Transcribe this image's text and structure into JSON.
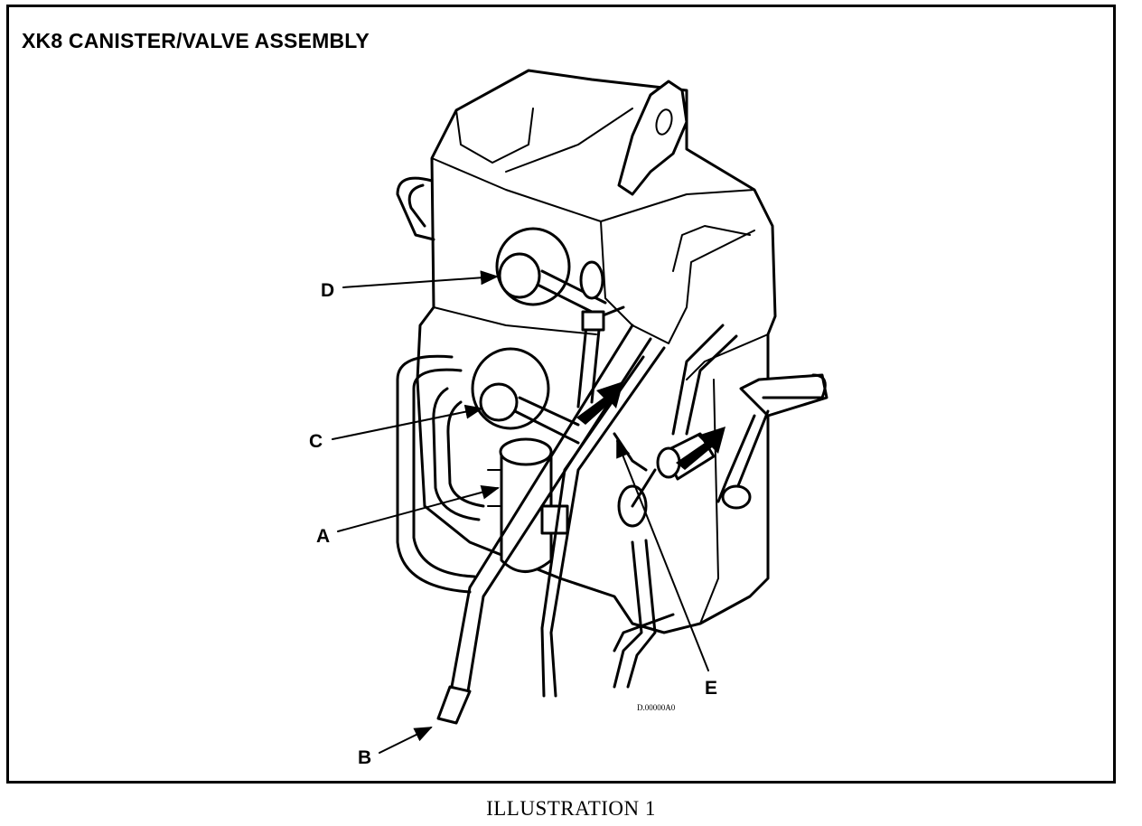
{
  "figure": {
    "title": "XK8 CANISTER/VALVE ASSEMBLY",
    "caption": "ILLUSTRATION 1",
    "drawing_code": "D.00000A0"
  },
  "callouts": {
    "a": "A",
    "b": "B",
    "c": "C",
    "d": "D",
    "e": "E"
  }
}
